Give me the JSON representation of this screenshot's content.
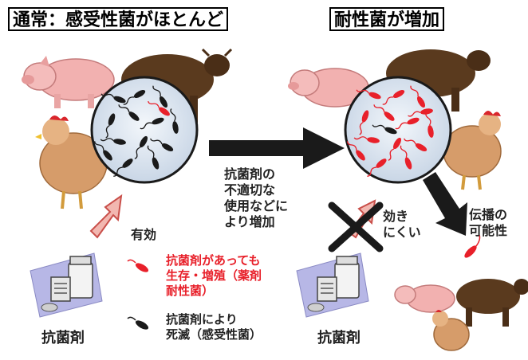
{
  "titles": {
    "left": "通常：感受性菌がほとんど",
    "right": "耐性菌が増加"
  },
  "labels": {
    "misuse": [
      "抗菌剤の",
      "不適切な",
      "使用などに",
      "より増加"
    ],
    "effective": "有効",
    "hard_to_work": [
      "効き",
      "にくい"
    ],
    "spread": [
      "伝播の",
      "可能性"
    ],
    "drug_left": "抗菌剤",
    "drug_right": "抗菌剤"
  },
  "legend": {
    "resistant": [
      "抗菌剤があっても",
      "生存・増殖（薬剤",
      "耐性菌）"
    ],
    "susceptible": [
      "抗菌剤により",
      "死滅（感受性菌）"
    ]
  },
  "colors": {
    "resistant": "#e8202a",
    "susceptible": "#1a1a1a",
    "circle_fill": "#dfe8f2",
    "arrow_black": "#1a1a1a",
    "arrow_red": "#f2b7b0"
  },
  "icons": [
    "pig-icon",
    "cow-icon",
    "chicken-icon",
    "medicine-bottle-icon",
    "bacteria-icon"
  ]
}
